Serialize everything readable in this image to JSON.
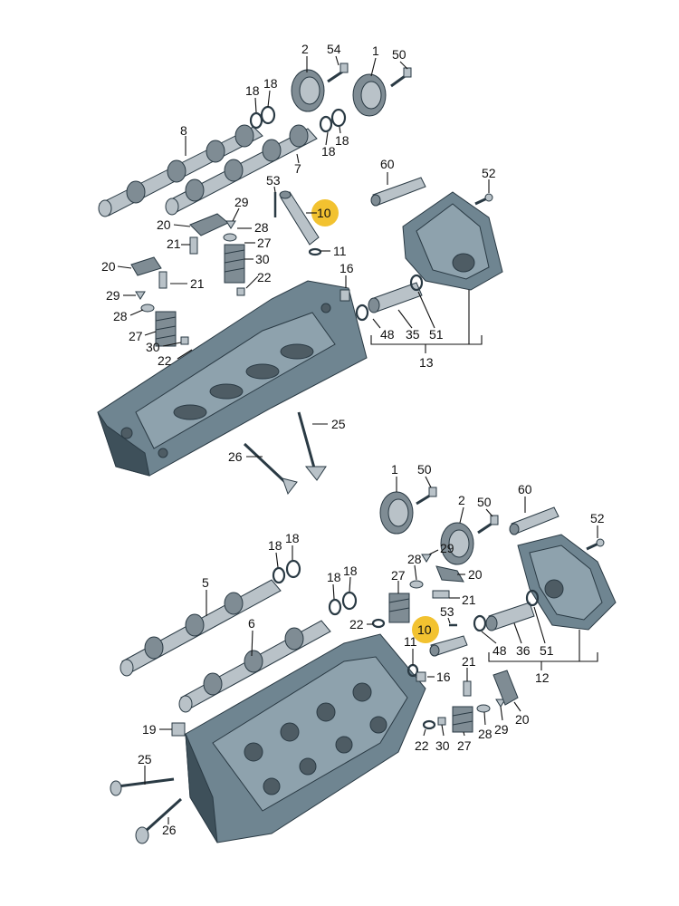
{
  "diagram": {
    "highlight_color": "#f2c230",
    "upper_assembly": {
      "labels": {
        "cam_gear_left": "2",
        "bolt_left": "54",
        "cam_gear_right": "1",
        "bolt_right": "50",
        "seal_a1": "18",
        "seal_a2": "18",
        "seal_b1": "18",
        "seal_b2": "18",
        "camshaft_intake": "8",
        "camshaft_exhaust": "7",
        "cap_60": "60",
        "bolt_52": "52",
        "screw_53": "53",
        "actuator_10": "10",
        "oring_11": "11",
        "rocker_20a": "20",
        "retainer_29a": "29",
        "collet_28a": "28",
        "spring_27a": "27",
        "ring_30a": "30",
        "seal_22a": "22",
        "lifter_21a": "21",
        "rocker_20b": "20",
        "lifter_21b": "21",
        "retainer_29b": "29",
        "collet_28b": "28",
        "spring_27b": "27",
        "ring_30b": "30",
        "seal_22b": "22",
        "plug_16": "16",
        "oring_48": "48",
        "sleeve_35": "35",
        "oring_51": "51",
        "cover_group_13": "13",
        "valve_25": "25",
        "valve_26": "26"
      }
    },
    "lower_assembly": {
      "labels": {
        "cam_gear_1": "1",
        "bolt_50a": "50",
        "cam_gear_2": "2",
        "bolt_50b": "50",
        "cap_60": "60",
        "bolt_52": "52",
        "seal_18a": "18",
        "seal_18b": "18",
        "seal_18c": "18",
        "seal_18d": "18",
        "camshaft_5": "5",
        "camshaft_6": "6",
        "retainer_29a": "29",
        "collet_28a": "28",
        "spring_27a": "27",
        "seal_22a": "22",
        "rocker_20a": "20",
        "lifter_21a": "21",
        "screw_53": "53",
        "actuator_10": "10",
        "oring_11": "11",
        "plug_16": "16",
        "lifter_21b": "21",
        "oring_48": "48",
        "sleeve_36": "36",
        "oring_51": "51",
        "cover_group_12": "12",
        "plug_19": "19",
        "valve_25": "25",
        "valve_26": "26",
        "seal_22b": "22",
        "ring_30": "30",
        "spring_27b": "27",
        "collet_28b": "28",
        "retainer_29b": "29",
        "rocker_20b": "20"
      }
    }
  }
}
